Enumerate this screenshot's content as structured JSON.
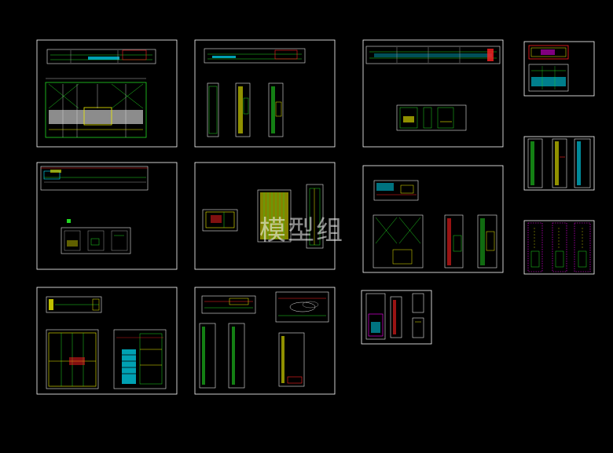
{
  "watermark": "模型组",
  "colors": {
    "background": "#000000",
    "sheet_border": "#ffffff",
    "line_green": "#22d622",
    "line_yellow": "#f0f000",
    "line_cyan": "#00e5ff",
    "line_red": "#ff2020",
    "line_magenta": "#ff00ff",
    "line_white": "#e6e6e6",
    "line_gray": "#9a9a9a"
  },
  "sheets": [
    {
      "id": "sheet-1"
    },
    {
      "id": "sheet-2"
    },
    {
      "id": "sheet-3"
    },
    {
      "id": "sheet-4"
    },
    {
      "id": "sheet-5"
    },
    {
      "id": "sheet-6"
    },
    {
      "id": "sheet-7"
    },
    {
      "id": "sheet-8"
    },
    {
      "id": "sheet-9"
    },
    {
      "id": "sheet-10"
    },
    {
      "id": "sheet-11"
    },
    {
      "id": "sheet-12"
    },
    {
      "id": "sheet-13"
    },
    {
      "id": "sheet-14"
    }
  ]
}
